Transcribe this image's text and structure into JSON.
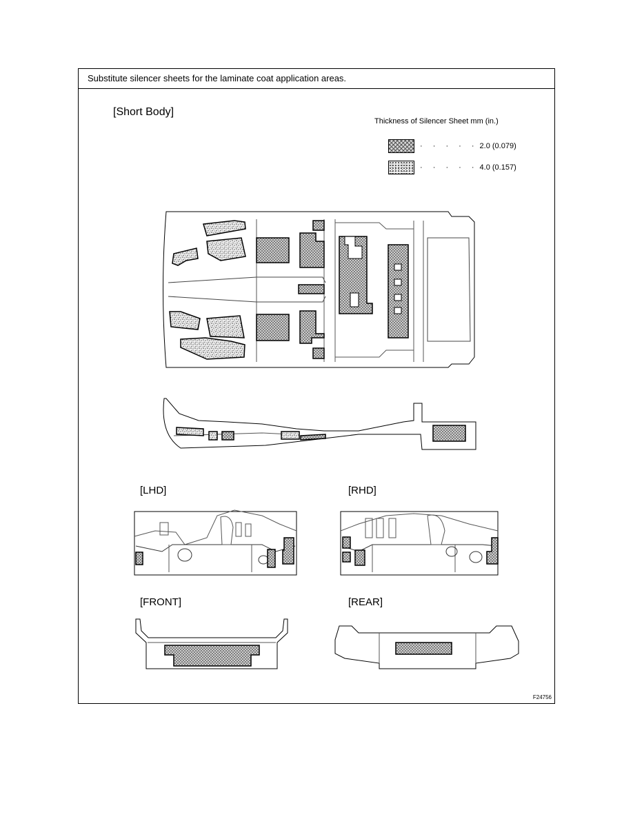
{
  "instruction": "Substitute silencer sheets for the laminate coat application areas.",
  "section_title": "[Short Body]",
  "legend": {
    "title": "Thickness of Silencer Sheet mm (in.)",
    "items": [
      {
        "pattern": "crosshatch",
        "dots": "· · · · ·",
        "value": "2.0 (0.079)"
      },
      {
        "pattern": "stipple",
        "dots": "· · · · ·",
        "value": "4.0 (0.157)"
      }
    ]
  },
  "views": {
    "lhd": "[LHD]",
    "rhd": "[RHD]",
    "front": "[FRONT]",
    "rear": "[REAR]"
  },
  "figure_id": "F24756"
}
